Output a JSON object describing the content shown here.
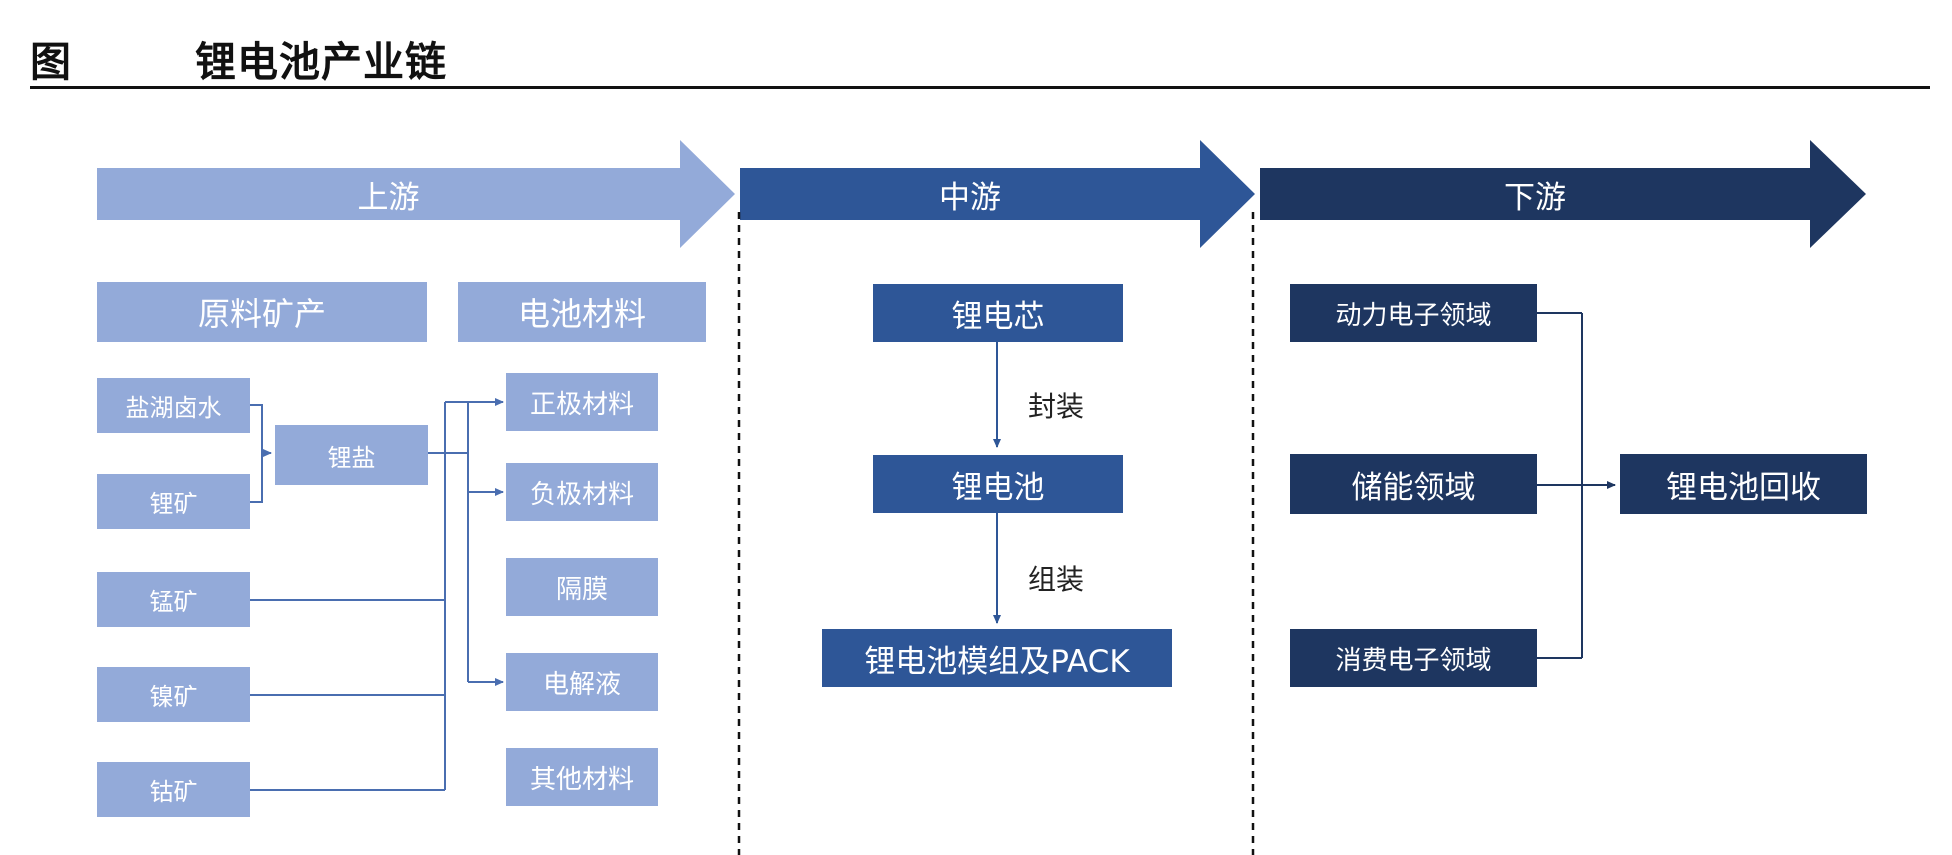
{
  "figure": {
    "label": "图",
    "title": "锂电池产业链"
  },
  "stages": {
    "upstream": "上游",
    "midstream": "中游",
    "downstream": "下游"
  },
  "upstream": {
    "raw_header": "原料矿产",
    "material_header": "电池材料",
    "sources": [
      "盐湖卤水",
      "锂矿",
      "锰矿",
      "镍矿",
      "钴矿"
    ],
    "intermediate": "锂盐",
    "materials": [
      "正极材料",
      "负极材料",
      "隔膜",
      "电解液",
      "其他材料"
    ]
  },
  "midstream": {
    "cell": "锂电芯",
    "step1": "封装",
    "battery": "锂电池",
    "step2": "组装",
    "module": "锂电池模组及PACK"
  },
  "downstream": {
    "apps": [
      "动力电子领域",
      "储能领域",
      "消费电子领域"
    ],
    "recycle": "锂电池回收"
  },
  "colors": {
    "light": "#93aad9",
    "mid": "#2e5697",
    "dark": "#1e3660"
  }
}
